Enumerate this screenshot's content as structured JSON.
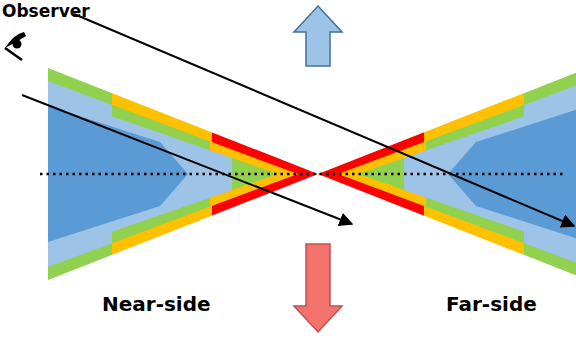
{
  "diagram": {
    "labels": [
      "Observer",
      "Near-side",
      "Far-side"
    ]
  }
}
